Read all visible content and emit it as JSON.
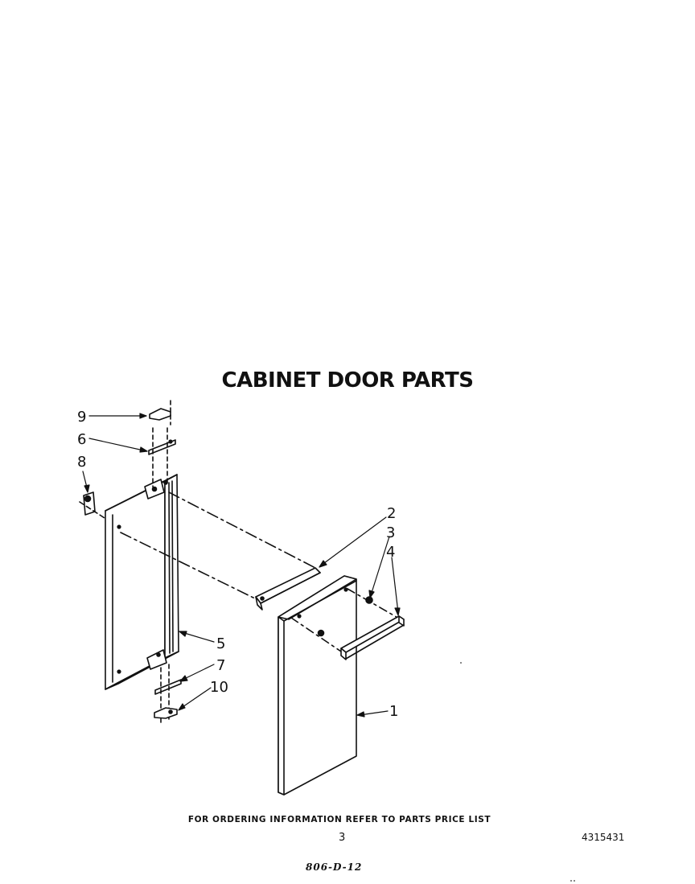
{
  "title": "CABINET DOOR PARTS",
  "callouts": {
    "c1": "1",
    "c2": "2",
    "c3": "3",
    "c4": "4",
    "c5": "5",
    "c6": "6",
    "c7": "7",
    "c8": "8",
    "c9": "9",
    "c10": "10"
  },
  "footer": {
    "ordering_note": "FOR ORDERING INFORMATION REFER TO PARTS PRICE LIST",
    "page_number": "3",
    "document_number": "4315431",
    "handwritten_code": "806-D-12"
  }
}
